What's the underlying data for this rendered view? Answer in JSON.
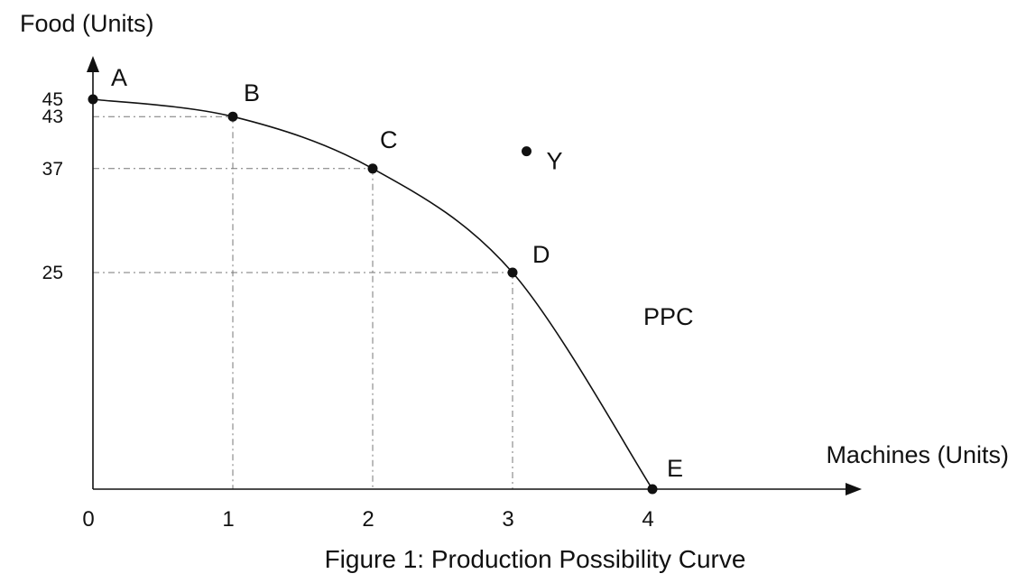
{
  "chart_data": {
    "type": "line",
    "title": "",
    "caption": "Figure 1: Production Possibility Curve",
    "xlabel": "Machines (Units)",
    "ylabel": "Food (Units)",
    "x_ticks": [
      0,
      1,
      2,
      3,
      4
    ],
    "y_ticks": [
      45,
      43,
      37,
      25
    ],
    "xlim": [
      0,
      5.4
    ],
    "ylim": [
      0,
      48
    ],
    "grid": false,
    "curve_label": "PPC",
    "series": [
      {
        "name": "PPC",
        "points": [
          {
            "label": "A",
            "x": 0,
            "y": 45
          },
          {
            "label": "B",
            "x": 1,
            "y": 43
          },
          {
            "label": "C",
            "x": 2,
            "y": 37
          },
          {
            "label": "D",
            "x": 3,
            "y": 25
          },
          {
            "label": "E",
            "x": 4,
            "y": 0
          }
        ]
      }
    ],
    "extra_points": [
      {
        "label": "Y",
        "x": 3.1,
        "y": 39
      }
    ],
    "guide_lines_to": [
      "B",
      "C",
      "D"
    ]
  }
}
